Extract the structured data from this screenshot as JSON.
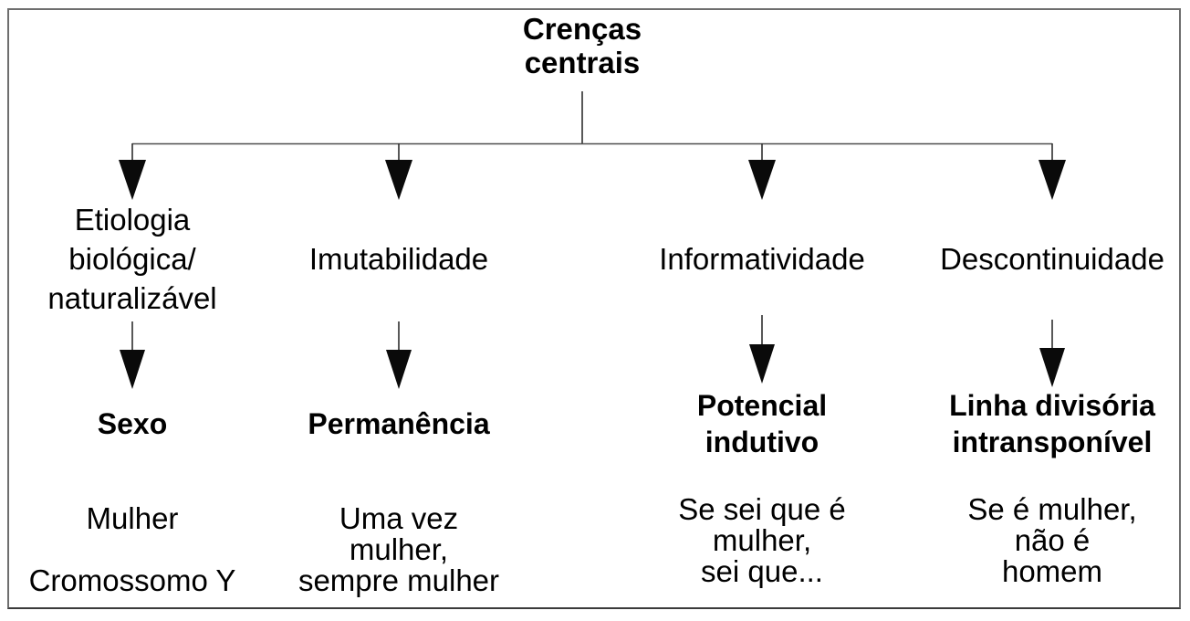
{
  "diagram": {
    "title": "Crenças\ncentrais",
    "branches": [
      {
        "belief": "Etiologia\nbiológica/\nnaturalizável",
        "concept": "Sexo",
        "example": "Mulher\n\nCromossomo Y"
      },
      {
        "belief": "Imutabilidade",
        "concept": "Permanência",
        "example": "Uma vez\nmulher,\nsempre mulher"
      },
      {
        "belief": "Informatividade",
        "concept": "Potencial\nindutivo",
        "example": "Se sei que é\nmulher,\nsei que..."
      },
      {
        "belief": "Descontinuidade",
        "concept": "Linha divisória\nintransponível",
        "example": "Se é mulher,\nnão é\nhomem"
      }
    ],
    "icons": {
      "arrow_down_icon": "▼"
    },
    "colors": {
      "background": "#ffffff",
      "text": "#000000",
      "line": "#2e2e2e",
      "arrow_fill": "#0a0a0a",
      "border": "#6e6e6e"
    }
  }
}
